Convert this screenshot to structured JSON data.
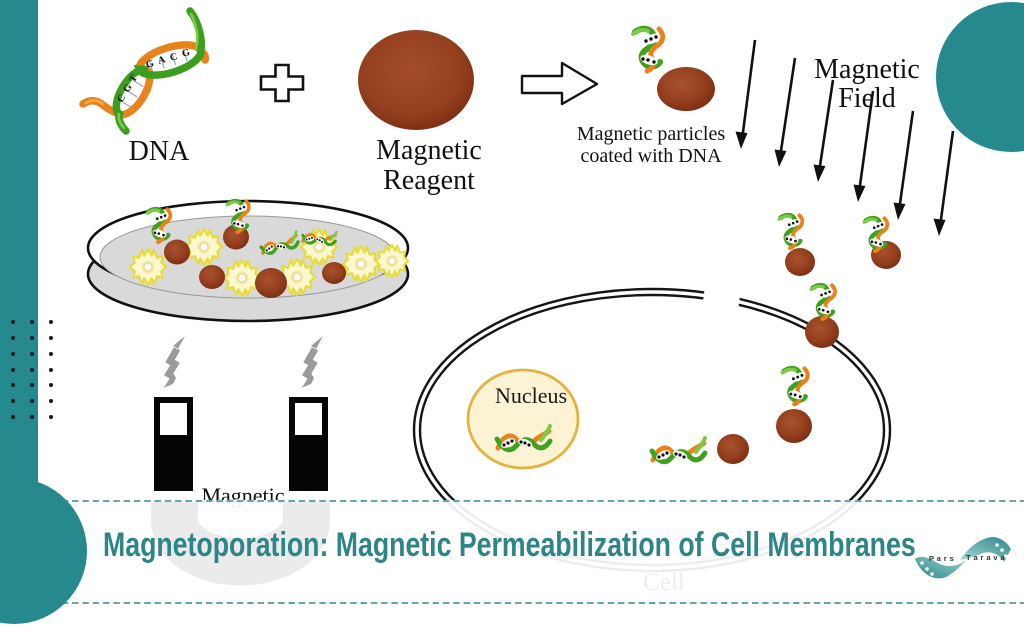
{
  "slide": {
    "title": "Magnetoporation: Magnetic Permeabilization of Cell Membranes",
    "title_color": "#2E8588",
    "accent_teal": "#26898D",
    "dash_color": "#4D9AA0",
    "background": "#FFFFFF"
  },
  "diagram": {
    "dna_label": "DNA",
    "reagent_label": [
      "Magnetic",
      "Reagent"
    ],
    "particles_label": [
      "Magnetic particles",
      "coated with DNA"
    ],
    "field_label": [
      "Magnetic",
      "Field"
    ],
    "nucleus_label": "Nucleus",
    "magnet_label": "Magnetic",
    "cell_label": "Cell",
    "dna_bases_upper": [
      "G",
      "A",
      "C",
      "G"
    ],
    "dna_bases_lower": [
      "C",
      "G",
      "T"
    ],
    "colors": {
      "particle_brown": "#8E3A1D",
      "dna_green": "#3FA21F",
      "dna_orange": "#E8831C",
      "cell_yellow": "#EDE23B",
      "nucleus_fill": "#FCF3D4",
      "nucleus_stroke": "#E4B33C",
      "dish_gray": "#D9D9D9",
      "bolt_gray": "#9A9A9A"
    }
  },
  "logo": {
    "pars": "P a r s",
    "tarava": "T a r a v a"
  }
}
